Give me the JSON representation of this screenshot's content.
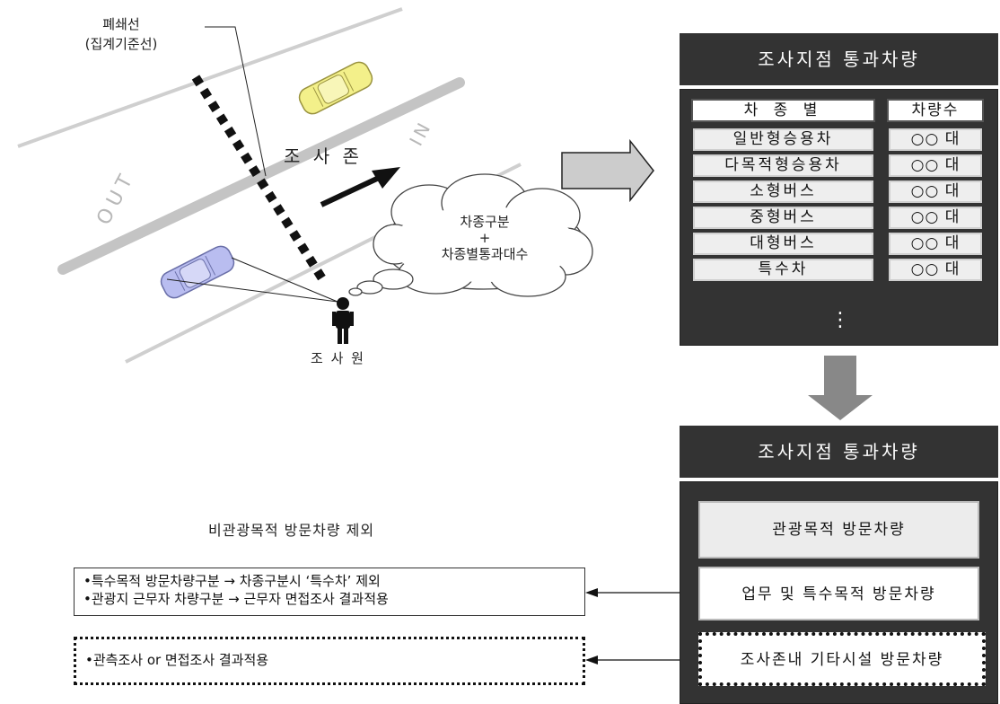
{
  "scene": {
    "cordon_label_line1": "폐쇄선",
    "cordon_label_line2": "(집계기준선)",
    "zone_label": "조 사 존",
    "in_label": "IN",
    "out_label": "OUT",
    "surveyor_label": "조 사 원",
    "thought_line1": "차종구분",
    "thought_line2": "+",
    "thought_line3": "차종별통과대수"
  },
  "top_panel": {
    "title": "조사지점 통과차량",
    "col_type": "차 종 별",
    "col_count": "차량수",
    "rows": [
      {
        "type": "일반형승용차",
        "count": "○○ 대"
      },
      {
        "type": "다목적형승용차",
        "count": "○○ 대"
      },
      {
        "type": "소형버스",
        "count": "○○ 대"
      },
      {
        "type": "중형버스",
        "count": "○○ 대"
      },
      {
        "type": "대형버스",
        "count": "○○ 대"
      },
      {
        "type": "특수차",
        "count": "○○ 대"
      }
    ],
    "more": "⋮"
  },
  "bottom_panel": {
    "title": "조사지점 통과차량",
    "tourism": "관광목적 방문차량",
    "business": "업무 및 특수목적 방문차량",
    "facility": "조사존내 기타시설 방문차량"
  },
  "exclude_title": "비관광목적 방문차량 제외",
  "notes": {
    "line1": "•특수목적 방문차량구분  → 차종구분시 ‘특수차’ 제외",
    "line2": "•관광지 근무자 차량구분  → 근무자 면접조사 결과적용",
    "dotted": "•관측조사 or 면접조사 결과적용"
  },
  "colors": {
    "panel": "#333333",
    "arrow_fill": "#cccccc",
    "down_arrow": "#888888",
    "car_yellow": "#f3f08a",
    "car_blue": "#b9bdf0"
  }
}
